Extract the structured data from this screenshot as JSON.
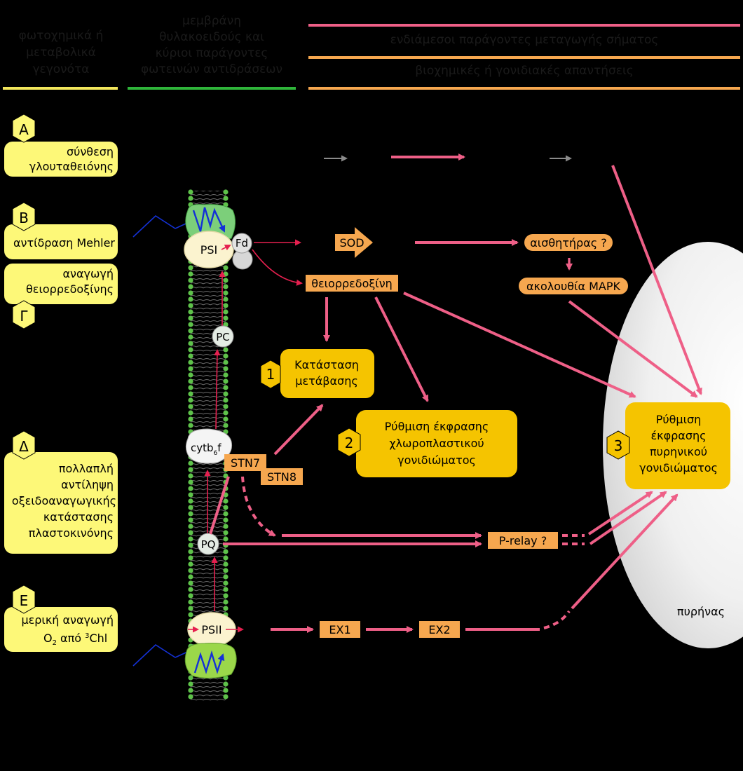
{
  "headers": {
    "col1": [
      "φωτοχημικά ή",
      "μεταβολικά",
      "γεγονότα"
    ],
    "col2": [
      "μεμβράνη",
      "θυλακοειδούς και",
      "κύριοι παράγοντες",
      "φωτεινών αντιδράσεων"
    ],
    "col3_top": "ενδιάμεσοι παράγοντες μεταγωγής σήματος",
    "col3_bottom": "βιοχημικές ή γονιδιακές απαντήσεις"
  },
  "colors": {
    "yellow_line": "#f2e65c",
    "green_line": "#2fb53a",
    "pink": "#ee5f87",
    "orange": "#f6a74f",
    "gold": "#f5c400",
    "note_yellow": "#fdf878",
    "membrane_green": "#5ec24a"
  },
  "events": {
    "A": {
      "letter": "Α",
      "lines": [
        "σύνθεση",
        "γλουταθειόνης"
      ]
    },
    "B": {
      "letter": "Β",
      "lines": [
        "αντίδραση Mehler"
      ]
    },
    "G": {
      "letter": "Γ",
      "lines": [
        "αναγωγή",
        "θειορρεδοξίνης"
      ]
    },
    "D": {
      "letter": "Δ",
      "lines": [
        "πολλαπλή",
        "αντίληψη",
        "οξειδοαναγωγικής",
        "κατάστασης",
        "πλαστοκινόνης"
      ]
    },
    "E": {
      "letter": "Ε",
      "lines": [
        "μερική αναγωγή",
        "O",
        "2",
        " από ",
        "3",
        "Chl"
      ]
    }
  },
  "membrane": {
    "psi": "PSI",
    "fd": "Fd",
    "pc": "PC",
    "cyt": "cytb",
    "cyt_sub": "6",
    "cyt_end": "f",
    "pq": "PQ",
    "psii": "PSII"
  },
  "signals": {
    "sod": "SOD",
    "thioredoxin": "θειορρεδοξίνη",
    "sensor": "αισθητήρας ?",
    "mapk": "ακολουθία MAPK",
    "stn7": "STN7",
    "stn8": "STN8",
    "prelay": "P-relay ?",
    "ex1": "EX1",
    "ex2": "EX2"
  },
  "responses": {
    "r1": {
      "num": "1",
      "lines": [
        "Κατάσταση",
        "μετάβασης"
      ]
    },
    "r2": {
      "num": "2",
      "lines": [
        "Ρύθμιση έκφρασης",
        "χλωροπλαστικού",
        "γονιδιώματος"
      ]
    },
    "r3": {
      "num": "3",
      "lines": [
        "Ρύθμιση",
        "έκφρασης",
        "πυρηνικού",
        "γονιδιώματος"
      ]
    }
  },
  "nucleus_label": "πυρήνας"
}
